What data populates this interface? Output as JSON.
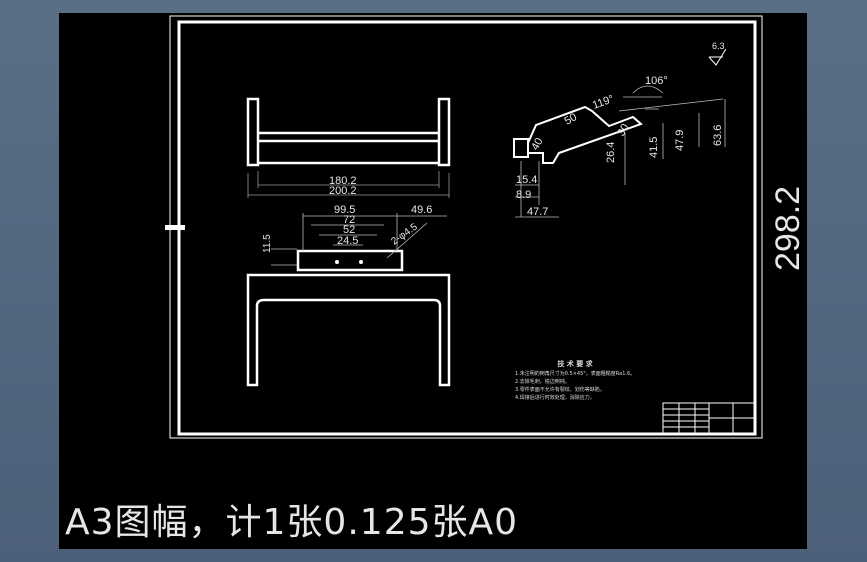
{
  "caption": "A3图幅，计1张0.125张A0",
  "dims": {
    "overall_height": "298.2",
    "top_inner": "180.2",
    "top_outer": "200.2",
    "d99_5": "99.5",
    "d72": "72",
    "d52": "52",
    "d24_5": "24.5",
    "d49_6": "49.6",
    "d94_5": "2-φ4.5",
    "d11_5": "11.5",
    "a106": "106°",
    "a119": "119°",
    "r50": "50",
    "r40": "40",
    "r30": "30",
    "h26_4": "26.4",
    "h41_5": "41.5",
    "h47_9": "47.9",
    "h63_6": "63.6",
    "w15_4": "15.4",
    "w8_9": "8.9",
    "w47_7": "47.7",
    "roughness": "6.3"
  },
  "notes": {
    "title": "技 术 要 求",
    "lines": [
      "1.未注明的倒角尺寸为0.5×45°，表面粗糙度Ra1.6。",
      "2.去除毛刺，锐边倒钝。",
      "3.零件表面不允许有裂纹、划伤等缺陷。",
      "4.焊接后进行时效处理，消除应力。"
    ]
  },
  "colors": {
    "background": "#000000",
    "lines": "#ffffff",
    "chrome": "#5a6e86"
  }
}
